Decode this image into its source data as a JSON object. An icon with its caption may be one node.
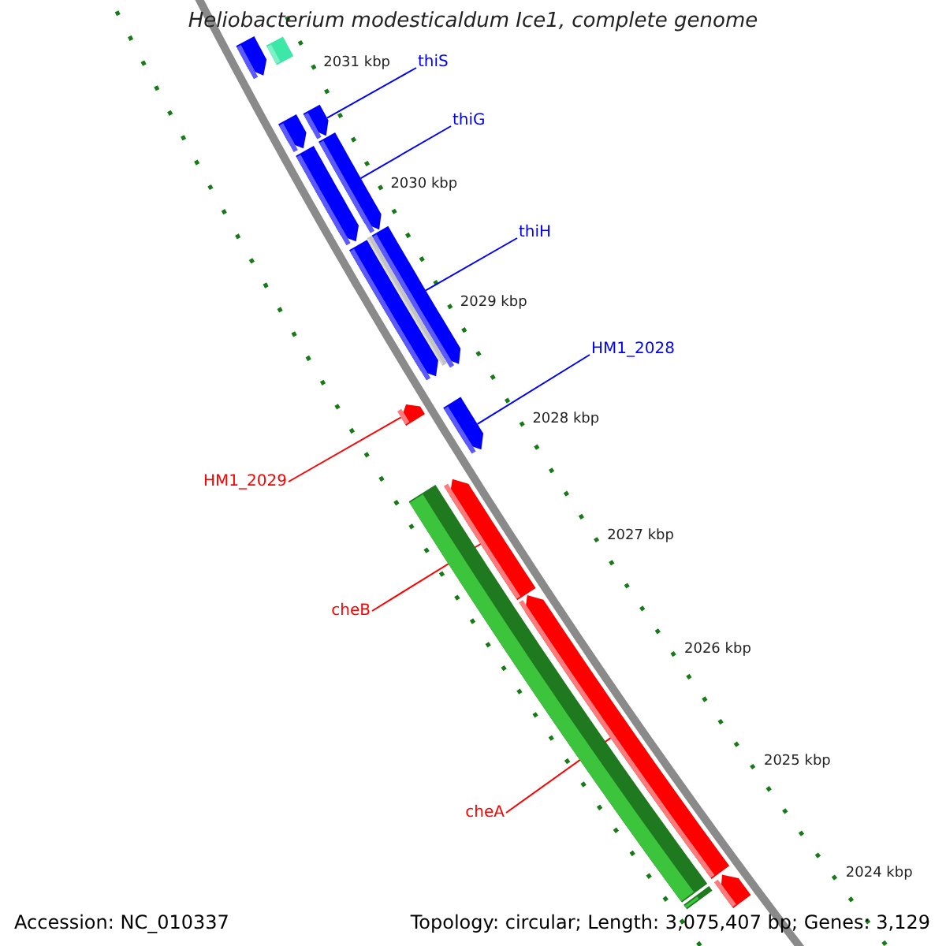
{
  "diagram": {
    "title": "Heliobacterium modesticaldum Ice1, complete genome",
    "nodes": [
      {
        "text": [],
        "shape": "arrow"
      },
      {
        "text": [],
        "shape": "bar"
      },
      {
        "text": [
          "thiS"
        ]
      },
      {
        "text": [],
        "shape": "arrow"
      },
      {
        "text": [],
        "shape": "arrow"
      },
      {
        "text": [
          "thiG"
        ]
      },
      {
        "text": [],
        "shape": "arrow"
      },
      {
        "text": [],
        "shape": "arrow"
      },
      {
        "text": [
          "thiH"
        ]
      },
      {
        "text": [],
        "shape": "arrow"
      },
      {
        "text": [],
        "shape": "bar"
      },
      {
        "text": [],
        "shape": "arrow"
      },
      {
        "text": [
          "HM1_2028"
        ]
      },
      {
        "text": [],
        "shape": "arrow"
      },
      {
        "text": [],
        "shape": "arrow"
      },
      {
        "text": [
          "HM1_2029"
        ]
      },
      {
        "text": [],
        "shape": "arrow"
      },
      {
        "text": [],
        "shape": "bar"
      },
      {
        "text": [
          "cheB"
        ]
      },
      {
        "text": [],
        "shape": "arrow"
      },
      {
        "text": [
          "cheA"
        ]
      },
      {
        "text": [],
        "shape": "arrow"
      },
      {
        "text": [],
        "shape": "bar"
      }
    ],
    "edges": [
      {
        "from": 2,
        "to": 3,
        "arrow": "none"
      },
      {
        "from": 5,
        "to": 6,
        "arrow": "none"
      },
      {
        "from": 8,
        "to": 9,
        "arrow": "none"
      },
      {
        "from": 12,
        "to": 13,
        "arrow": "none"
      },
      {
        "from": 15,
        "to": 14,
        "arrow": "none",
        "color": "#ff0000"
      },
      {
        "from": 18,
        "to": 16,
        "arrow": "none",
        "color": "#ff0000"
      },
      {
        "from": 20,
        "to": 19,
        "arrow": "none",
        "color": "#ff0000"
      }
    ],
    "labels": [
      "2031 kbp",
      "2030 kbp",
      "2029 kbp",
      "2028 kbp",
      "2027 kbp",
      "2026 kbp",
      "2025 kbp",
      "2024 kbp",
      "Accession: NC_010337",
      "Topology: circular; Length: 3,075,407 bp; Genes: 3,129"
    ]
  }
}
